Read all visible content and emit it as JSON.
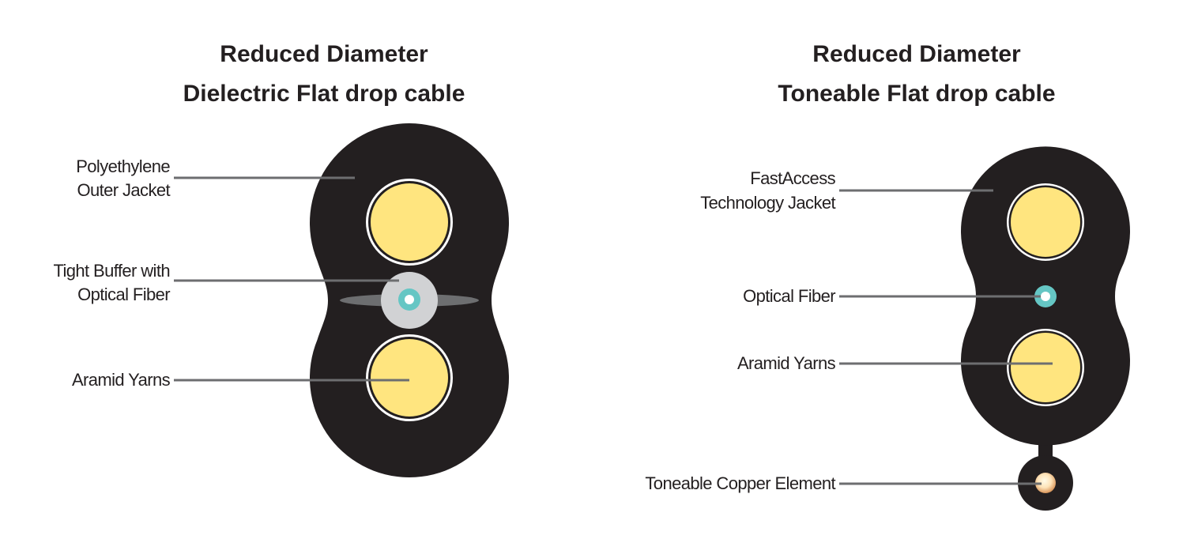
{
  "colors": {
    "jacket": "#231f20",
    "yarn": "#ffe57f",
    "buffer": "#d1d2d4",
    "wing": "#6d6e70",
    "fiber": "#65c6c4",
    "leader": "#6d6e70",
    "copper": "#e8a868"
  },
  "left": {
    "title_line1": "Reduced Diameter",
    "title_line2": "Dielectric Flat drop cable",
    "labels": {
      "jacket_1": "Polyethylene",
      "jacket_2": "Outer Jacket",
      "buffer_1": "Tight Buffer with",
      "buffer_2": "Optical Fiber",
      "yarns": "Aramid Yarns"
    }
  },
  "right": {
    "title_line1": "Reduced Diameter",
    "title_line2": "Toneable Flat drop cable",
    "labels": {
      "jacket_1": "FastAccess",
      "jacket_2": "Technology Jacket",
      "fiber": "Optical Fiber",
      "yarns": "Aramid Yarns",
      "copper": "Toneable Copper Element"
    }
  }
}
